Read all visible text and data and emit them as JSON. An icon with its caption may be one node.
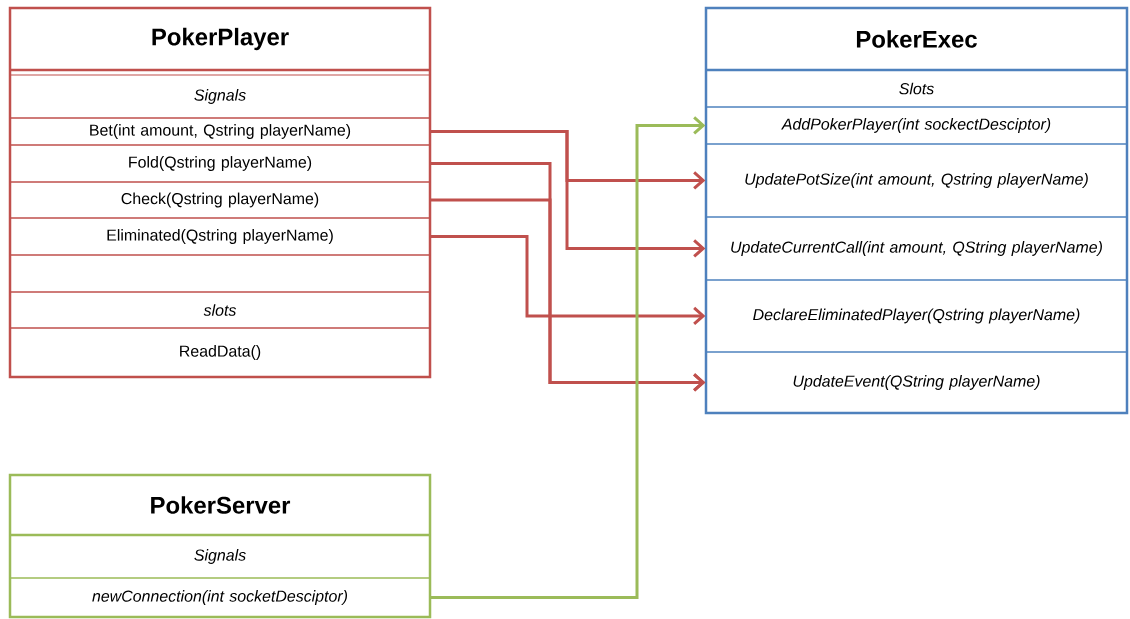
{
  "diagram": {
    "nodes": [
      {
        "text": [
          "PokerPlayer"
        ]
      },
      {
        "text": [
          "Signals"
        ],
        "in": 0
      },
      {
        "text": [
          "Bet(int amount, Qstring playerName)"
        ],
        "in": 0
      },
      {
        "text": [
          "Fold(Qstring playerName)"
        ],
        "in": 0
      },
      {
        "text": [
          "Check(Qstring playerName)"
        ],
        "in": 0
      },
      {
        "text": [
          "Eliminated(Qstring playerName)"
        ],
        "in": 0
      },
      {
        "text": [],
        "shape": "box",
        "in": 0
      },
      {
        "text": [
          "slots"
        ],
        "in": 0
      },
      {
        "text": [
          "ReadData()"
        ],
        "in": 0
      },
      {
        "text": [
          "PokerExec"
        ]
      },
      {
        "text": [
          "Slots"
        ],
        "in": 9
      },
      {
        "text": [
          "AddPokerPlayer(int sockectDesciptor)"
        ],
        "in": 9
      },
      {
        "text": [
          "UpdatePotSize(int amount, Qstring playerName)"
        ],
        "in": 9
      },
      {
        "text": [
          "UpdateCurrentCall(int amount, QString playerName)"
        ],
        "in": 9
      },
      {
        "text": [
          "DeclareEliminatedPlayer(Qstring playerName)"
        ],
        "in": 9
      },
      {
        "text": [
          "UpdateEvent(QString playerName)"
        ],
        "in": 9
      },
      {
        "text": [
          "PokerServer"
        ]
      },
      {
        "text": [
          "Signals"
        ],
        "in": 16
      },
      {
        "text": [
          "newConnection(int socketDesciptor)"
        ],
        "in": 16
      }
    ],
    "edges": [
      {
        "from": 2,
        "to": 12,
        "arrow": "to"
      },
      {
        "from": 2,
        "to": 13,
        "arrow": "to"
      },
      {
        "from": 3,
        "to": 15,
        "arrow": "to"
      },
      {
        "from": 4,
        "to": 15,
        "arrow": "to"
      },
      {
        "from": 5,
        "to": 14,
        "arrow": "to"
      },
      {
        "from": 18,
        "to": 11,
        "arrow": "to",
        "color": "#9bbb59"
      }
    ]
  }
}
